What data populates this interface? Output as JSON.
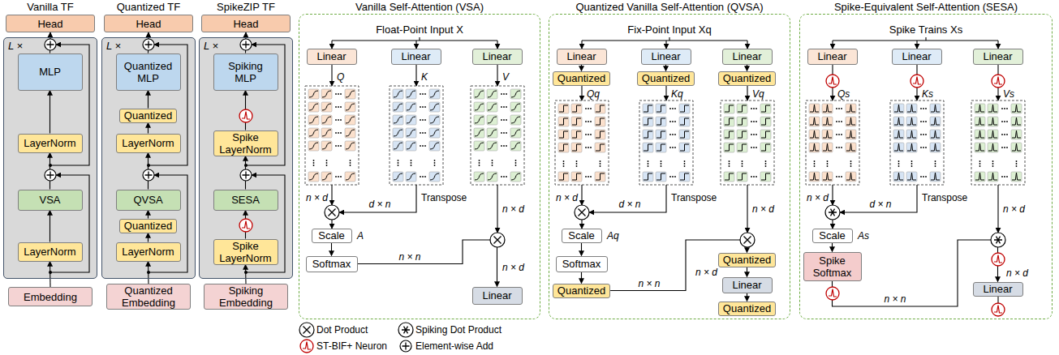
{
  "diagram": {
    "nodes": [
      {
        "text": [
          "Head"
        ]
      },
      {
        "text": [
          "L ×"
        ]
      },
      {
        "text": [
          "MLP"
        ],
        "in": 1
      },
      {
        "text": [
          "LayerNorm"
        ],
        "in": 1
      },
      {
        "text": [
          "VSA"
        ],
        "in": 1
      },
      {
        "text": [
          "LayerNorm"
        ],
        "in": 1
      },
      {
        "text": [
          "Embedding"
        ]
      },
      {
        "text": [
          "Head"
        ]
      },
      {
        "text": [
          "L ×"
        ]
      },
      {
        "text": [
          "Quantized MLP"
        ],
        "in": 8
      },
      {
        "text": [
          "Quantized"
        ],
        "in": 8
      },
      {
        "text": [
          "LayerNorm"
        ],
        "in": 8
      },
      {
        "text": [
          "QVSA"
        ],
        "in": 8
      },
      {
        "text": [
          "Quantized"
        ],
        "in": 8
      },
      {
        "text": [
          "LayerNorm"
        ],
        "in": 8
      },
      {
        "text": [
          "Quantized Embedding"
        ]
      },
      {
        "text": [
          "Head"
        ]
      },
      {
        "text": [
          "L ×"
        ]
      },
      {
        "text": [
          "Spiking MLP"
        ],
        "in": 17
      },
      {
        "text": [
          "Spike LayerNorm"
        ],
        "in": 17
      },
      {
        "text": [
          "SESA"
        ],
        "in": 17
      },
      {
        "text": [
          "Spike LayerNorm"
        ],
        "in": 17
      },
      {
        "text": [
          "Spiking Embedding"
        ]
      },
      {
        "text": [
          "Vanilla Self-Attention (VSA)",
          "Float-Point Input X"
        ]
      },
      {
        "text": [
          "Linear"
        ],
        "in": 23
      },
      {
        "text": [
          "Linear"
        ],
        "in": 23
      },
      {
        "text": [
          "Linear"
        ],
        "in": 23
      },
      {
        "text": [
          "Scale"
        ],
        "in": 23
      },
      {
        "text": [
          "Softmax"
        ],
        "in": 23
      },
      {
        "text": [
          "Linear"
        ],
        "in": 23
      },
      {
        "text": [
          "Quantized Vanilla Self-Attention (QVSA)",
          "Fix-Point Input Xq"
        ]
      },
      {
        "text": [
          "Linear"
        ],
        "in": 30
      },
      {
        "text": [
          "Linear"
        ],
        "in": 30
      },
      {
        "text": [
          "Linear"
        ],
        "in": 30
      },
      {
        "text": [
          "Quantized"
        ],
        "in": 30
      },
      {
        "text": [
          "Quantized"
        ],
        "in": 30
      },
      {
        "text": [
          "Quantized"
        ],
        "in": 30
      },
      {
        "text": [
          "Scale"
        ],
        "in": 30
      },
      {
        "text": [
          "Softmax"
        ],
        "in": 30
      },
      {
        "text": [
          "Quantized"
        ],
        "in": 30
      },
      {
        "text": [
          "Quantized"
        ],
        "in": 30
      },
      {
        "text": [
          "Linear"
        ],
        "in": 30
      },
      {
        "text": [
          "Quantized"
        ],
        "in": 30
      },
      {
        "text": [
          "Spike-Equivalent Self-Attention (SESA)",
          "Spike Trains Xs"
        ]
      },
      {
        "text": [
          "Linear"
        ],
        "in": 43
      },
      {
        "text": [
          "Linear"
        ],
        "in": 43
      },
      {
        "text": [
          "Linear"
        ],
        "in": 43
      },
      {
        "text": [
          "Scale"
        ],
        "in": 43
      },
      {
        "text": [
          "Spike Softmax"
        ],
        "in": 43
      },
      {
        "text": [
          "Linear"
        ],
        "in": 43
      }
    ],
    "edges": [
      {
        "from": 6,
        "to": 5,
        "arrow": "to"
      },
      {
        "from": 5,
        "to": 4,
        "arrow": "to"
      },
      {
        "from": 4,
        "to": 3,
        "arrow": "to"
      },
      {
        "from": 3,
        "to": 2,
        "arrow": "to"
      },
      {
        "from": 2,
        "to": 0,
        "arrow": "to"
      },
      {
        "from": 15,
        "to": 14,
        "arrow": "to"
      },
      {
        "from": 14,
        "to": 13,
        "arrow": "to"
      },
      {
        "from": 13,
        "to": 12,
        "arrow": "to"
      },
      {
        "from": 12,
        "to": 11,
        "arrow": "to"
      },
      {
        "from": 11,
        "to": 10,
        "arrow": "to"
      },
      {
        "from": 10,
        "to": 9,
        "arrow": "to"
      },
      {
        "from": 9,
        "to": 7,
        "arrow": "to"
      },
      {
        "from": 22,
        "to": 21,
        "arrow": "to"
      },
      {
        "from": 21,
        "to": 20,
        "arrow": "to"
      },
      {
        "from": 20,
        "to": 19,
        "arrow": "to"
      },
      {
        "from": 19,
        "to": 18,
        "arrow": "to"
      },
      {
        "from": 18,
        "to": 16,
        "arrow": "to"
      },
      {
        "from": 27,
        "to": 28,
        "arrow": "to"
      },
      {
        "from": 28,
        "to": 29,
        "arrow": "to"
      },
      {
        "from": 31,
        "to": 34,
        "arrow": "to"
      },
      {
        "from": 32,
        "to": 35,
        "arrow": "to"
      },
      {
        "from": 33,
        "to": 36,
        "arrow": "to"
      },
      {
        "from": 37,
        "to": 38,
        "arrow": "to"
      },
      {
        "from": 38,
        "to": 39,
        "arrow": "to"
      },
      {
        "from": 39,
        "to": 40,
        "arrow": "to"
      },
      {
        "from": 40,
        "to": 41,
        "arrow": "to"
      },
      {
        "from": 41,
        "to": 42,
        "arrow": "to"
      },
      {
        "from": 47,
        "to": 48,
        "arrow": "to"
      },
      {
        "from": 48,
        "to": 49,
        "arrow": "to"
      }
    ],
    "labels": [
      "Vanilla TF",
      "Quantized TF",
      "SpikeZIP TF",
      "Q",
      "K",
      "V",
      "n × d",
      "d × n",
      "Transpose",
      "n × d",
      "A",
      "n × n",
      "n × d",
      "Qq",
      "Kq",
      "Vq",
      "n × d",
      "d × n",
      "Transpose",
      "n × d",
      "Aq",
      "n × n",
      "n × d",
      "Qs",
      "Ks",
      "Vs",
      "n × d",
      "d × n",
      "Transpose",
      "n × d",
      "As",
      "n × n",
      "n × d"
    ],
    "legend": [
      {
        "text": "Dot Product"
      },
      {
        "text": "Spiking Dot Product"
      },
      {
        "text": "ST-BIF+ Neuron"
      },
      {
        "text": "Element-wise Add"
      }
    ]
  }
}
